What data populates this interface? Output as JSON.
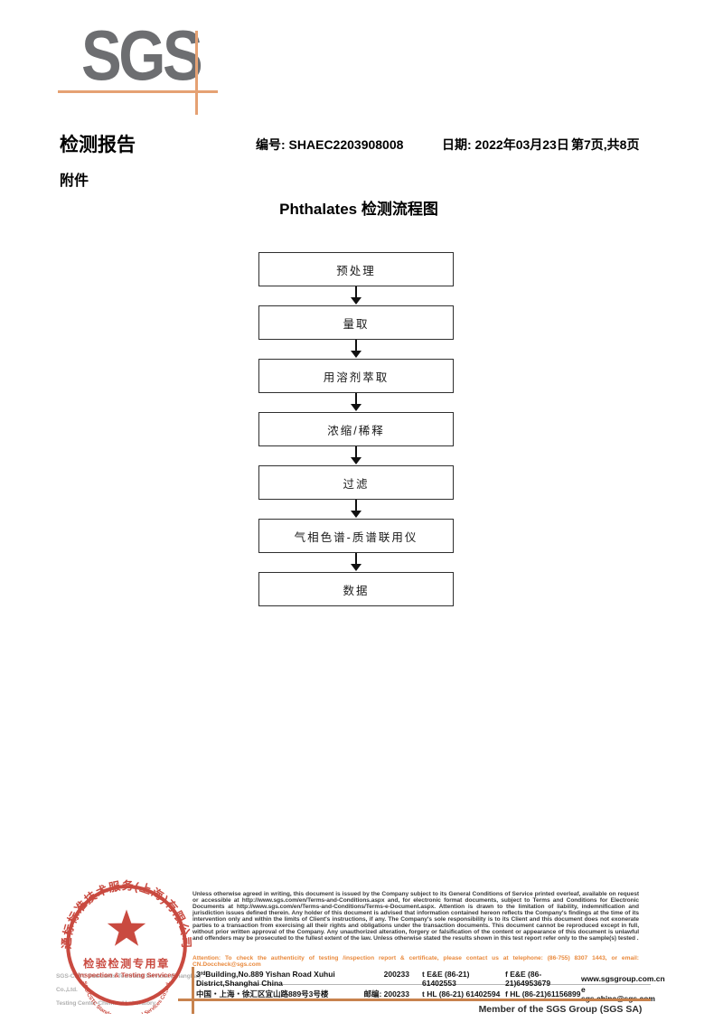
{
  "logo": {
    "text": "SGS"
  },
  "header": {
    "report_title": "检测报告",
    "report_no": "编号: SHAEC2203908008",
    "date": "日期: 2022年03月23日",
    "page_info": "第7页,共8页",
    "attachment_label": "附件"
  },
  "flowchart": {
    "title": "Phthalates 检测流程图",
    "steps": [
      "预处理",
      "量取",
      "用溶剂萃取",
      "浓缩/稀释",
      "过滤",
      "气相色谱-质谱联用仪",
      "数据"
    ]
  },
  "stamp": {
    "ring_text": "通标标准技术服务(上海)有限公司",
    "seal_title": "检验检测专用章",
    "seal_subtitle": "Inspection & Testing Services",
    "bottom_arc_text": "SGS-CSTC Standards Technical Services Co.,Ltd.",
    "company_en_line1": "SGS-CSTC Standards Technical Services (Shanghai) Co.,Ltd.",
    "company_en_line2": "Testing Center-Chemical Laboratory"
  },
  "footer": {
    "disclaimer": "Unless otherwise agreed in writing, this document is issued by the Company subject to its General Conditions of Service printed overleaf, available on request or accessible at http://www.sgs.com/en/Terms-and-Conditions.aspx and, for electronic format documents, subject to Terms and Conditions for Electronic Documents at http://www.sgs.com/en/Terms-and-Conditions/Terms-e-Document.aspx. Attention is drawn to the limitation of liability, indemnification and jurisdiction issues defined therein. Any holder of this document is advised that information contained hereon reflects the Company's findings at the time of its intervention only and within the limits of Client's instructions, if any. The Company's sole responsibility is to its Client and this document does not exonerate parties to a transaction from exercising all their rights and obligations under the transaction documents. This document cannot be reproduced except in full, without prior written approval of the Company. Any unauthorized alteration, forgery or falsification of the content or appearance of this document is unlawful and offenders may be prosecuted to the fullest extent of the law. Unless otherwise stated the results shown in this test report refer only to the sample(s) tested .",
    "attention": "Attention: To check the authenticity of testing /inspection report & certificate, please contact us at telephone: (86-755) 8307 1443, or email: CN.Doccheck@sgs.com",
    "address_en": "3ʳᵈBuilding,No.889 Yishan Road Xuhui District,Shanghai China",
    "postcode_en": "200233",
    "address_cn": "中国・上海・徐汇区宜山路889号3号楼",
    "postcode_cn": "邮编: 200233",
    "tel_en": "t E&E (86-21) 61402553",
    "fax_en": "f E&E (86-21)64953679",
    "website": "www.sgsgroup.com.cn",
    "tel_cn": "t HL (86-21) 61402594",
    "fax_cn": "f HL (86-21)61156899",
    "email": "e  sgs.china@sgs.com",
    "member_line": "Member of the SGS Group (SGS SA)"
  },
  "colors": {
    "logo_gray": "#6d6e71",
    "brand_orange": "#e5a173",
    "footer_rule": "#c8834e",
    "stamp_red": "#c53b30",
    "attention_orange": "#e9893c"
  }
}
